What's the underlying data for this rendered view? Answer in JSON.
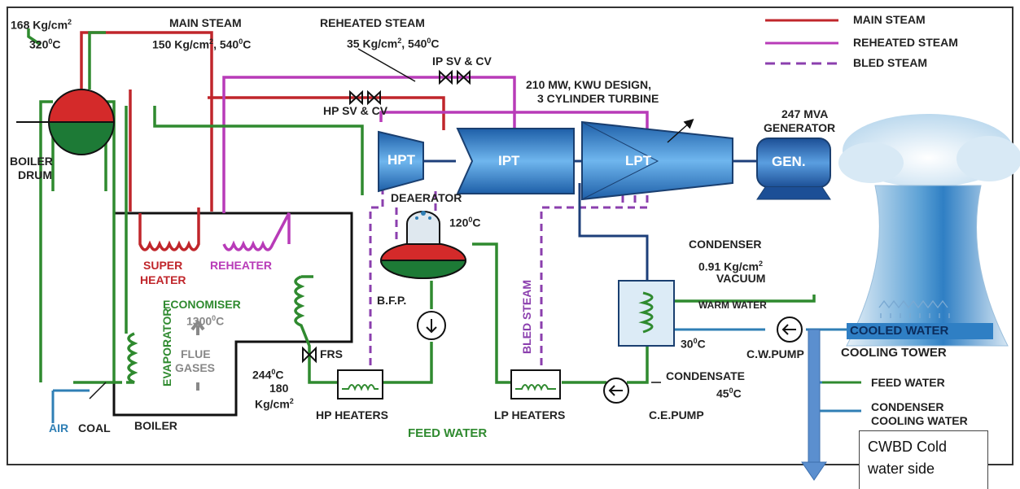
{
  "legend": {
    "main_steam": "MAIN STEAM",
    "reheated_steam": "REHEATED STEAM",
    "bled_steam": "BLED STEAM",
    "feed_water": "FEED WATER",
    "condenser_cooling_water_1": "CONDENSER",
    "condenser_cooling_water_2": "COOLING WATER"
  },
  "colors": {
    "main_steam": "#c0262b",
    "reheated_steam": "#b83bb8",
    "bled_steam": "#8b3fae",
    "feed_water": "#2f8a2f",
    "cooling_water": "#2f7fb5",
    "turbine": "#2e7fc8",
    "drum_top": "#d42a2a",
    "drum_bottom": "#1d7a36"
  },
  "labels": {
    "drum_pressure": "168 Kg/cm",
    "drum_temp": "320",
    "main_steam_title": "MAIN STEAM",
    "main_steam_cond_p": "150 Kg/cm",
    "main_steam_cond_t": ", 540",
    "reheated_title": "REHEATED STEAM",
    "reheated_cond_p": "35 Kg/cm",
    "reheated_cond_t": ", 540",
    "ip_valve": "IP SV & CV",
    "hp_valve": "HP SV & CV",
    "turbine_desc_1": "210 MW, KWU DESIGN,",
    "turbine_desc_2": "3 CYLINDER TURBINE",
    "generator_rating_1": "247 MVA",
    "generator_rating_2": "GENERATOR",
    "hpt": "HPT",
    "ipt": "IPT",
    "lpt": "LPT",
    "gen": "GEN.",
    "boiler_drum_1": "BOILER",
    "boiler_drum_2": "DRUM",
    "deaerator": "DEAERATOR",
    "deaerator_temp": "120",
    "super_heater_1": "SUPER",
    "super_heater_2": "HEATER",
    "reheater": "REHEATER",
    "economiser": "ECONOMISER",
    "furnace_temp": "1300",
    "flue_gases_1": "FLUE",
    "flue_gases_2": "GASES",
    "evaporator": "EVAPORATOR",
    "frs": "FRS",
    "fw_temp": "244",
    "fw_pressure_1": "180",
    "fw_pressure_2": "Kg/cm",
    "bfp": "B.F.P.",
    "bled_steam_vertical": "BLED STEAM",
    "condenser": "CONDENSER",
    "condenser_vac_p": "0.91 Kg/cm",
    "condenser_vac": "VACUUM",
    "warm_water": "WARM WATER",
    "cooled_water": "COOLED WATER",
    "cw_temp": "30",
    "cw_pump": "C.W.PUMP",
    "cooling_tower": "COOLING TOWER",
    "condensate": "CONDENSATE",
    "condensate_temp": "45",
    "hp_heaters": "HP HEATERS",
    "lp_heaters": "LP HEATERS",
    "ce_pump": "C.E.PUMP",
    "feed_water": "FEED WATER",
    "air": "AIR",
    "coal": "COAL",
    "boiler": "BOILER",
    "deg_c": "0",
    "unit_c": "C",
    "sq": "2"
  },
  "callout": {
    "line1": "CWBD Cold",
    "line2": "water side"
  }
}
